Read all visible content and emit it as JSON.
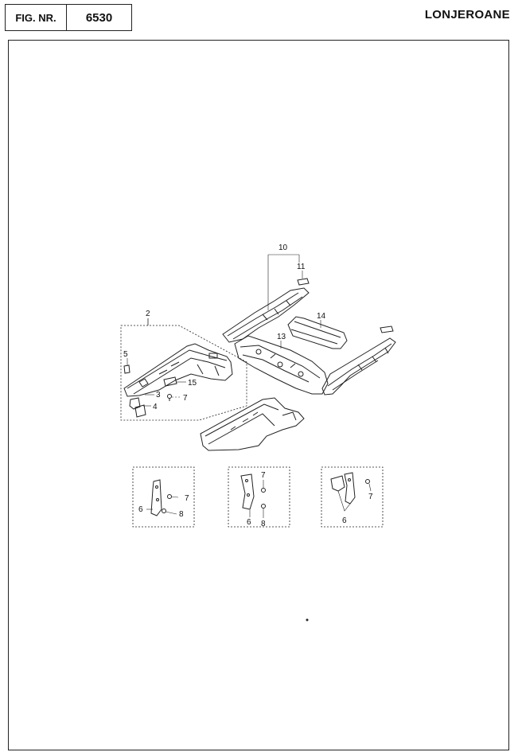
{
  "header": {
    "fig_label": "FIG. NR.",
    "fig_number": "6530",
    "title": "LONJEROANE"
  },
  "callouts": {
    "c2": "2",
    "c3": "3",
    "c4": "4",
    "c5": "5",
    "c7a": "7",
    "c10": "10",
    "c11": "11",
    "c13": "13",
    "c14": "14",
    "c15": "15",
    "d1_6": "6",
    "d1_7": "7",
    "d1_8": "8",
    "d2_6": "6",
    "d2_7": "7",
    "d2_8": "8",
    "d3_6": "6",
    "d3_7": "7"
  }
}
